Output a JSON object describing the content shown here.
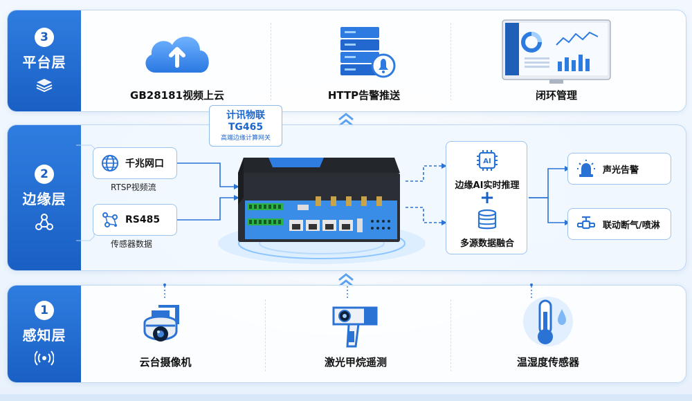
{
  "layers": {
    "platform": {
      "number": "3",
      "title": "平台层",
      "items": [
        {
          "label": "GB28181视频上云",
          "icon": "cloud-upload-icon"
        },
        {
          "label": "HTTP告警推送",
          "icon": "server-alarm-icon"
        },
        {
          "label": "闭环管理",
          "icon": "dashboard-monitor-icon"
        }
      ]
    },
    "edge": {
      "number": "2",
      "title": "边缘层",
      "inputs": [
        {
          "label": "千兆网口",
          "sub": "RTSP视频流",
          "icon": "globe-icon"
        },
        {
          "label": "RS485",
          "sub": "传感器数据",
          "icon": "network-nodes-icon"
        }
      ],
      "gateway": {
        "brand": "计讯物联",
        "model": "TG465",
        "desc": "高端边缘计算网关"
      },
      "processing": {
        "ai_label": "边缘AI实时推理",
        "plus": "+",
        "fusion_label": "多源数据融合"
      },
      "outputs": [
        {
          "label": "声光告警",
          "icon": "siren-icon"
        },
        {
          "label": "联动断气/喷淋",
          "icon": "valve-icon"
        }
      ]
    },
    "sense": {
      "number": "1",
      "title": "感知层",
      "items": [
        {
          "label": "云台摄像机",
          "icon": "ptz-camera-icon"
        },
        {
          "label": "激光甲烷遥测",
          "icon": "laser-detector-icon"
        },
        {
          "label": "温湿度传感器",
          "icon": "thermometer-icon"
        }
      ]
    }
  },
  "colors": {
    "primary": "#1a5fc4",
    "accent": "#2f7de0",
    "border": "#9cc3ee",
    "background": "#eef5fd"
  }
}
